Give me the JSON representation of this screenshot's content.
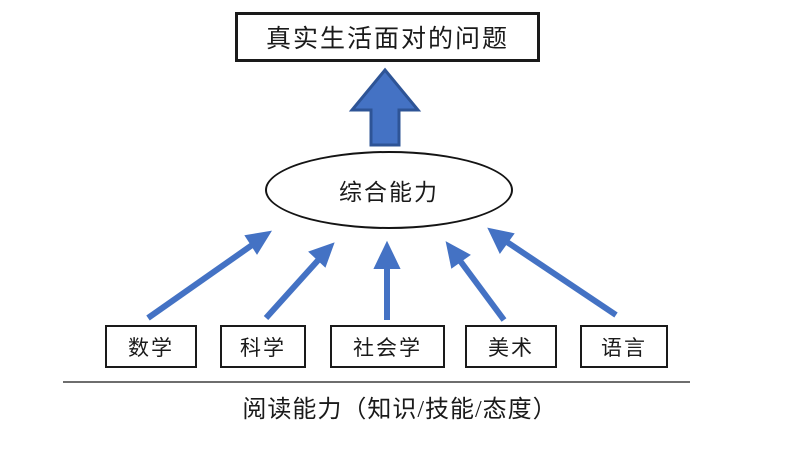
{
  "diagram": {
    "title_box": {
      "text": "真实生活面对的问题",
      "border_color": "#1a1a1a"
    },
    "center_node": {
      "text": "综合能力",
      "shape": "ellipse",
      "border_color": "#141414"
    },
    "subjects": [
      {
        "text": "数学"
      },
      {
        "text": "科学"
      },
      {
        "text": "社会学"
      },
      {
        "text": "美术"
      },
      {
        "text": "语言"
      }
    ],
    "caption": {
      "text": "阅读能力（知识/技能/态度）"
    },
    "arrows": {
      "block_arrow_name": "big-up-arrow",
      "fill_color": "#4472C4",
      "stroke_color": "#2E5496",
      "line_arrow_color": "#4472C4",
      "count_line_arrows": 5
    }
  }
}
